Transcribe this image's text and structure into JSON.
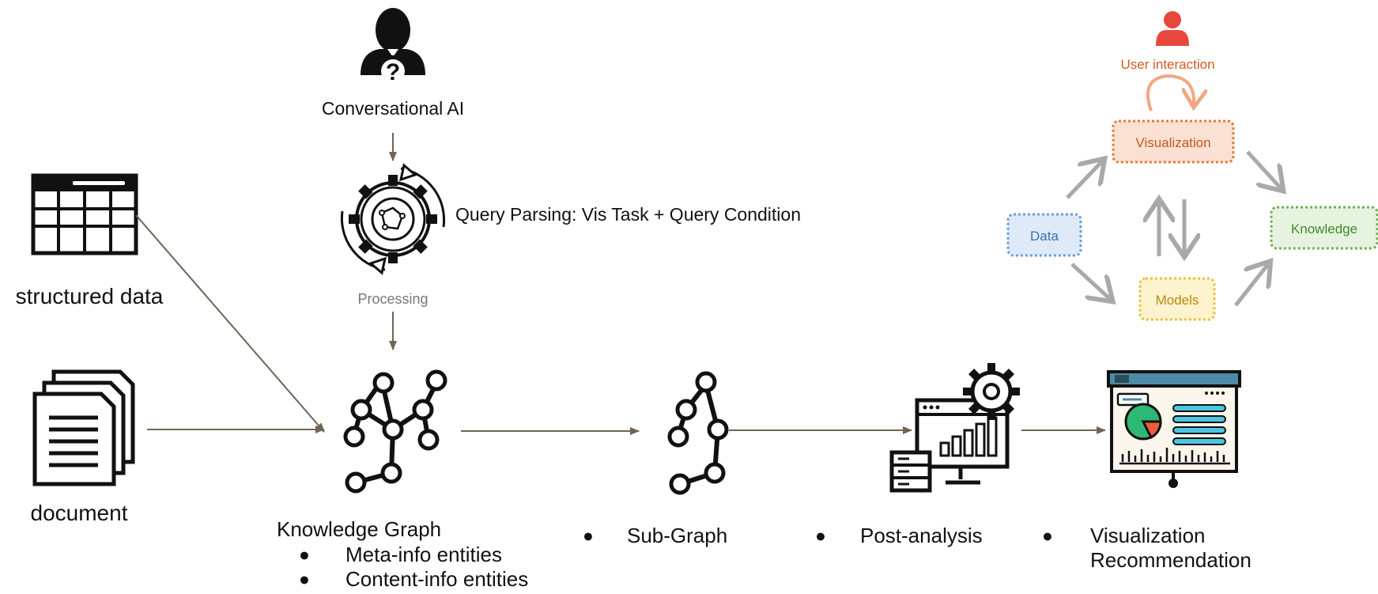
{
  "nodes": {
    "conversational_ai": "Conversational AI",
    "query_parsing": "Query Parsing:  Vis Task + Query Condition",
    "processing": "Processing",
    "structured_data": "structured data",
    "document": "document"
  },
  "stages": {
    "knowledge_graph": {
      "title": "Knowledge Graph",
      "bullets": [
        "Meta-info entities",
        "Content-info entities"
      ]
    },
    "sub_graph": "Sub-Graph",
    "post_analysis": "Post-analysis",
    "vis_rec": {
      "line1": "Visualization",
      "line2": "Recommendation"
    },
    "bullet_symbol": "●"
  },
  "cycle": {
    "user_interaction": "User interaction",
    "visualization": "Visualization",
    "data": "Data",
    "knowledge": "Knowledge",
    "models": "Models"
  },
  "colors": {
    "flow_arrow": "#6f6455",
    "user_red": "#e8483b",
    "user_text": "#d45b1f",
    "vis_box_fill": "#fbe0d4",
    "vis_box_border": "#e07b39",
    "data_box_fill": "#deeaf7",
    "data_box_border": "#6a9fd8",
    "knowledge_box_fill": "#e6f3df",
    "knowledge_box_border": "#6fb154",
    "models_box_fill": "#fdf3cf",
    "models_box_border": "#e8c33a",
    "gray_arrow": "#a9a9a9"
  },
  "icons": [
    "person-question-icon",
    "gear-cycle-icon",
    "table-icon",
    "documents-icon",
    "graph-icon",
    "subgraph-icon",
    "analytics-icon",
    "dashboard-icon",
    "user-icon"
  ]
}
